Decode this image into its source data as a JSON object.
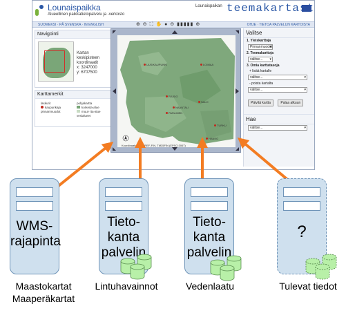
{
  "header": {
    "app_title": "Lounaispaikka",
    "app_subtitle": "Alueellinen paikkatietopalvelu ja -verkosto",
    "brand_small": "Lounaispaikan",
    "brand_big": "teemakartasto"
  },
  "navbar": {
    "languages": "SUOMEKSI · PÅ SVENSKA · IN ENGLISH",
    "tools": "⊕ ⊖ ⛶ ✋ ● ⊖ ▮▮▮▮▮ ⊕",
    "right_links": "OHJE · TIETOA PALVELUN KARTOISTA"
  },
  "navigation": {
    "title": "Navigointi",
    "center_label": "Kartan keskipisteen koordinaatit",
    "x": "x: 3247000",
    "y": "y: 6707500"
  },
  "legend": {
    "title": "Karttamerkit",
    "items_left": [
      "laskurit",
      "kaupunkaja",
      "pinnanmuodot"
    ],
    "items_right": [
      "pohjakartta",
      "korkeita-alue",
      "muut- ita-alue",
      "vesialueet"
    ]
  },
  "map": {
    "scale_text": "Koordinaatisto: EUREF-FIN, TM35FIN (EPSG:3067)",
    "cities": [
      {
        "name": "UUSIKAUPUNKI"
      },
      {
        "name": "LOIMAA"
      },
      {
        "name": "RAISIO"
      },
      {
        "name": "NAANTALI"
      },
      {
        "name": "SALO"
      },
      {
        "name": "PARAINEN"
      },
      {
        "name": "TURKU"
      },
      {
        "name": "HANKO"
      }
    ]
  },
  "right_panel": {
    "title": "Valitse",
    "section1": "1. Yleiskarttoja",
    "select1": "Pinnanmuodot",
    "section2": "2. Teemakarttoja",
    "select2": "valitse...",
    "section3": "3. Omia karttatasoja",
    "add_label": "+ lisää kartalle",
    "select3": "valitse...",
    "remove_label": "- poista kartalta",
    "select4": "valitse...",
    "btn_refresh": "Päivitä kartta",
    "btn_reset": "Palaa alkuun",
    "hide_title": "Hae",
    "select5": "valitse..."
  },
  "servers": [
    {
      "label": "WMS-\nrajapinta",
      "caption": "Maastokartat\nMaaperäkartat",
      "dashed": false,
      "db": false
    },
    {
      "label": "Tieto-\nkanta\npalvelin",
      "caption": "Lintuhavainnot",
      "dashed": false,
      "db": true
    },
    {
      "label": "Tieto-\nkanta\npalvelin",
      "caption": "Vedenlaatu",
      "dashed": false,
      "db": true
    },
    {
      "label": "?",
      "caption": "Tulevat tiedot",
      "dashed": true,
      "db": true
    }
  ],
  "colors": {
    "arrow": "#f37c22",
    "server_fill": "#cfe0ee",
    "db_fill": "#b8f0a8",
    "brand_blue": "#2a57a6"
  }
}
